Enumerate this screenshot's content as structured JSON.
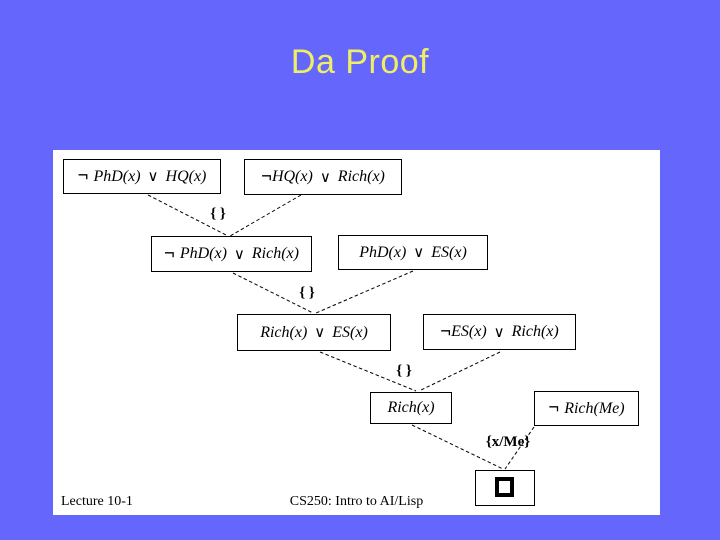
{
  "slide": {
    "title": "Da Proof",
    "colors": {
      "background": "#6466FC",
      "title_text": "#EFEF64",
      "panel": "#FFFFFF",
      "diagram_ink": "#000000"
    }
  },
  "diagram": {
    "nodes": [
      {
        "name": "not-phd-or-hq",
        "neg": "¬",
        "lhs": "PhD(x)",
        "or": "∨",
        "rhs": "HQ(x)"
      },
      {
        "name": "not-hq-or-rich",
        "neg": "¬",
        "lhs": "HQ(x)",
        "or": "∨",
        "rhs": "Rich(x)"
      },
      {
        "name": "not-phd-or-rich",
        "neg": "¬",
        "lhs": "PhD(x)",
        "or": "∨",
        "rhs": "Rich(x)"
      },
      {
        "name": "phd-or-es",
        "lhs": "PhD(x)",
        "or": "∨",
        "rhs": "ES(x)"
      },
      {
        "name": "rich-or-es",
        "lhs": "Rich(x)",
        "or": "∨",
        "rhs": "ES(x)"
      },
      {
        "name": "not-es-or-rich",
        "neg": "¬",
        "lhs": "ES(x)",
        "or": "∨",
        "rhs": "Rich(x)"
      },
      {
        "name": "rich",
        "lhs": "Rich(x)"
      },
      {
        "name": "not-rich-me",
        "neg": "¬",
        "lhs": "Rich(Me)"
      }
    ],
    "substitutions": [
      {
        "text": "{ }"
      },
      {
        "text": "{ }"
      },
      {
        "text": "{ }"
      },
      {
        "text": "{x/Me}"
      }
    ],
    "empty_clause_icon": "empty-square"
  },
  "footer": {
    "left": "Lecture 10-1",
    "center": "CS250: Intro to AI/Lisp"
  }
}
